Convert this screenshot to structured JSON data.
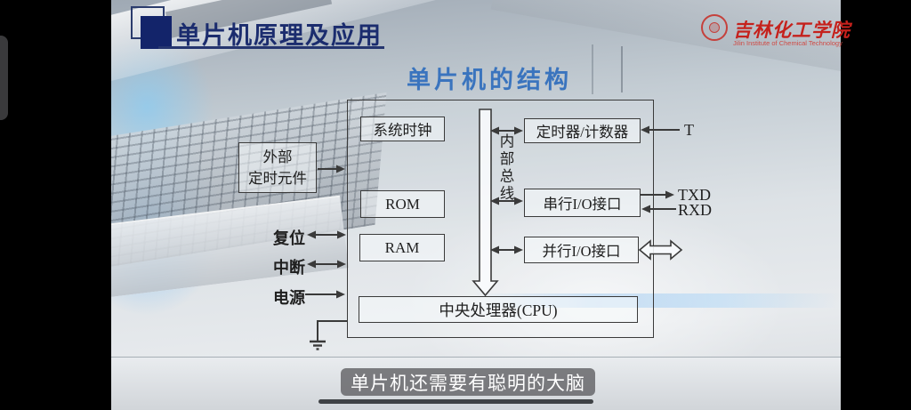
{
  "header": {
    "title": "单片机原理及应用"
  },
  "logo": {
    "name_cn": "吉林化工学院",
    "name_en": "Jilin Institute of Chemical Technology"
  },
  "slide": {
    "title": "单片机的结构"
  },
  "diagram": {
    "bus_label": "内部总线",
    "boxes": {
      "system_clock": "系统时钟",
      "timer_counter": "定时器/计数器",
      "external_timing_line1": "外部",
      "external_timing_line2": "定时元件",
      "rom": "ROM",
      "serial_io": "串行I/O接口",
      "ram": "RAM",
      "parallel_io": "并行I/O接口",
      "cpu": "中央处理器(CPU)"
    },
    "pins": {
      "t": "T",
      "txd": "TXD",
      "rxd": "RXD",
      "reset": "复位",
      "interrupt": "中断",
      "power": "电源"
    }
  },
  "subtitle": {
    "text": "单片机还需要有聪明的大脑"
  },
  "colors": {
    "header_navy": "#1b2c6e",
    "slide_title_blue": "#3a74be",
    "logo_red": "#c5211c",
    "diagram_stroke": "#3a3a3a",
    "subtitle_bg": "rgba(99,99,102,0.82)",
    "subtitle_text": "#ffffff",
    "letterbox": "#000000"
  }
}
